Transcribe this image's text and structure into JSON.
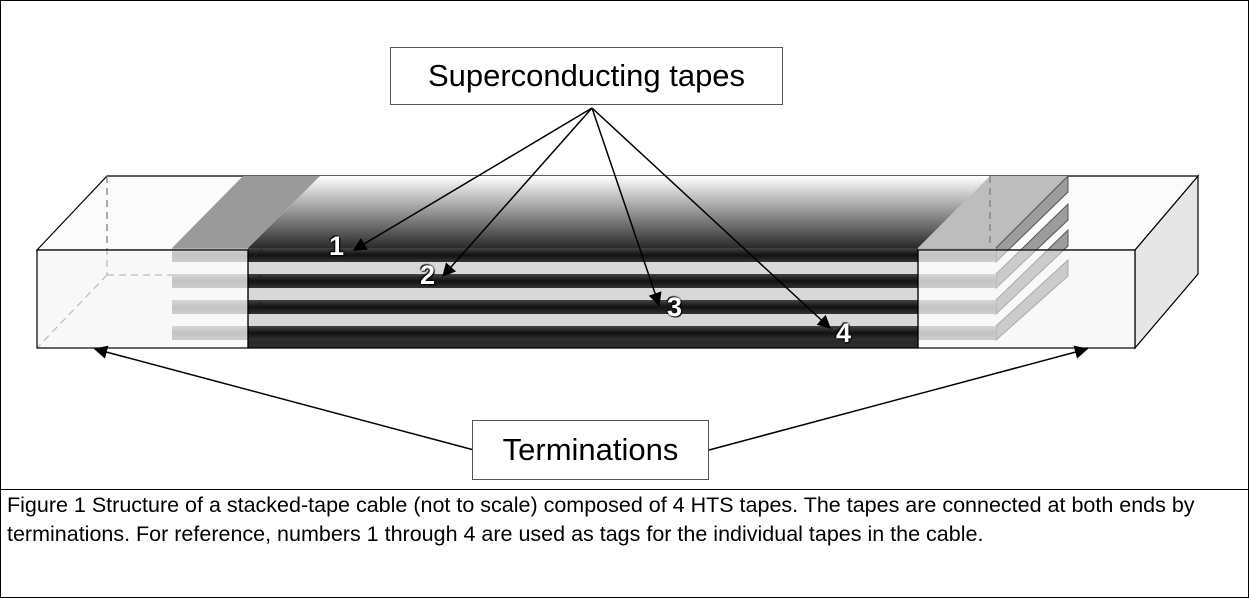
{
  "figure": {
    "top_label": "Superconducting tapes",
    "bottom_label": "Terminations",
    "tape_tags": [
      "1",
      "2",
      "3",
      "4"
    ],
    "caption": "Figure 1 Structure of a stacked-tape cable (not to scale) composed of 4 HTS tapes. The tapes are connected at both ends by terminations. For reference, numbers 1 through 4 are used as tags for the individual tapes in the cable.",
    "colors": {
      "tape_dark": "#1a1a1a",
      "tape_light_end": "#8f8f8f",
      "termination_block": "#f2f2f2",
      "border": "#000000"
    }
  }
}
